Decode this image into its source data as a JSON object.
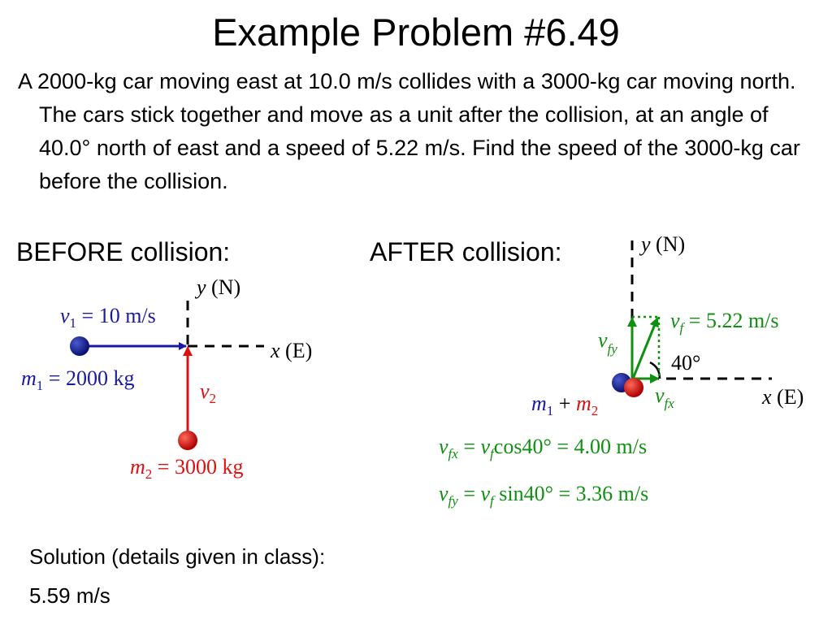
{
  "title": "Example Problem #6.49",
  "problem_text": "A 2000-kg car moving east at 10.0 m/s collides with a 3000-kg car moving north.  The cars stick together and move as a unit after the collision, at an angle of 40.0° north of east and a speed of 5.22 m/s.  Find the speed of the 3000-kg car before the collision.",
  "before": {
    "heading": "BEFORE collision:",
    "y_axis": {
      "var": "y",
      "dir": "(N)"
    },
    "x_axis": {
      "var": "x",
      "dir": "(E)"
    },
    "v1": {
      "sym": "v",
      "sub": "1",
      "rest": " = 10 m/s"
    },
    "m1": {
      "sym": "m",
      "sub": "1",
      "rest": " = 2000 kg"
    },
    "v2": {
      "sym": "v",
      "sub": "2"
    },
    "m2": {
      "sym": "m",
      "sub": "2",
      "rest": " = 3000 kg"
    }
  },
  "after": {
    "heading": "AFTER collision:",
    "y_axis": {
      "var": "y",
      "dir": "(N)"
    },
    "x_axis": {
      "var": "x",
      "dir": "(E)"
    },
    "vf": {
      "sym": "v",
      "sub": "f",
      "rest": " = 5.22 m/s"
    },
    "vfy": {
      "sym": "v",
      "sub": "fy"
    },
    "vfx": {
      "sym": "v",
      "sub": "fx"
    },
    "angle": "40°",
    "combined_mass": {
      "m1_sym": "m",
      "m1_sub": "1",
      "plus": " + ",
      "m2_sym": "m",
      "m2_sub": "2"
    }
  },
  "equations": {
    "vfx": {
      "lhs_sym": "v",
      "lhs_sub": "fx",
      "eq": " = ",
      "r_sym": "v",
      "r_sub": "f",
      "rest": "cos40° = 4.00 m/s"
    },
    "vfy": {
      "lhs_sym": "v",
      "lhs_sub": "fy",
      "eq": " = ",
      "r_sym": "v",
      "r_sub": "f",
      "rest": " sin40° = 3.36 m/s"
    }
  },
  "solution_label": "Solution (details given in class):",
  "solution_value": "5.59 m/s",
  "colors": {
    "blue": "#1a1aa0",
    "red": "#e01010",
    "green": "#109010",
    "black": "#000000"
  }
}
